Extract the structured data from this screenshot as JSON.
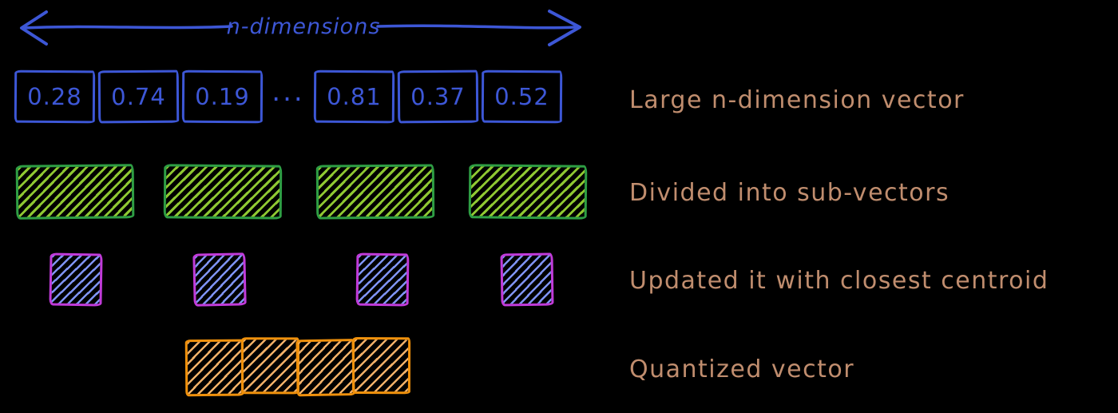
{
  "arrow": {
    "label": "n-dimensions"
  },
  "vector_row": {
    "values_left": [
      "0.28",
      "0.74",
      "0.19"
    ],
    "ellipsis": "...",
    "values_right": [
      "0.81",
      "0.37",
      "0.52"
    ],
    "caption": "Large n-dimension vector"
  },
  "subvectors_row": {
    "caption": "Divided into sub-vectors",
    "block_count": 4
  },
  "centroids_row": {
    "caption": "Updated it with closest centroid",
    "block_count": 4
  },
  "quantized_row": {
    "caption": "Quantized vector",
    "segment_count": 4
  },
  "colors": {
    "vector_blue": "#3d57d6",
    "subvector_green_border": "#2e9e44",
    "subvector_green_hatch": "#8fc832",
    "centroid_purple_border": "#c13bd9",
    "centroid_hatch_blue": "#8094f5",
    "quantized_orange_border": "#f0910c",
    "quantized_hatch": "#f2b168",
    "caption_tan": "#c08d6e",
    "background": "#000000"
  }
}
